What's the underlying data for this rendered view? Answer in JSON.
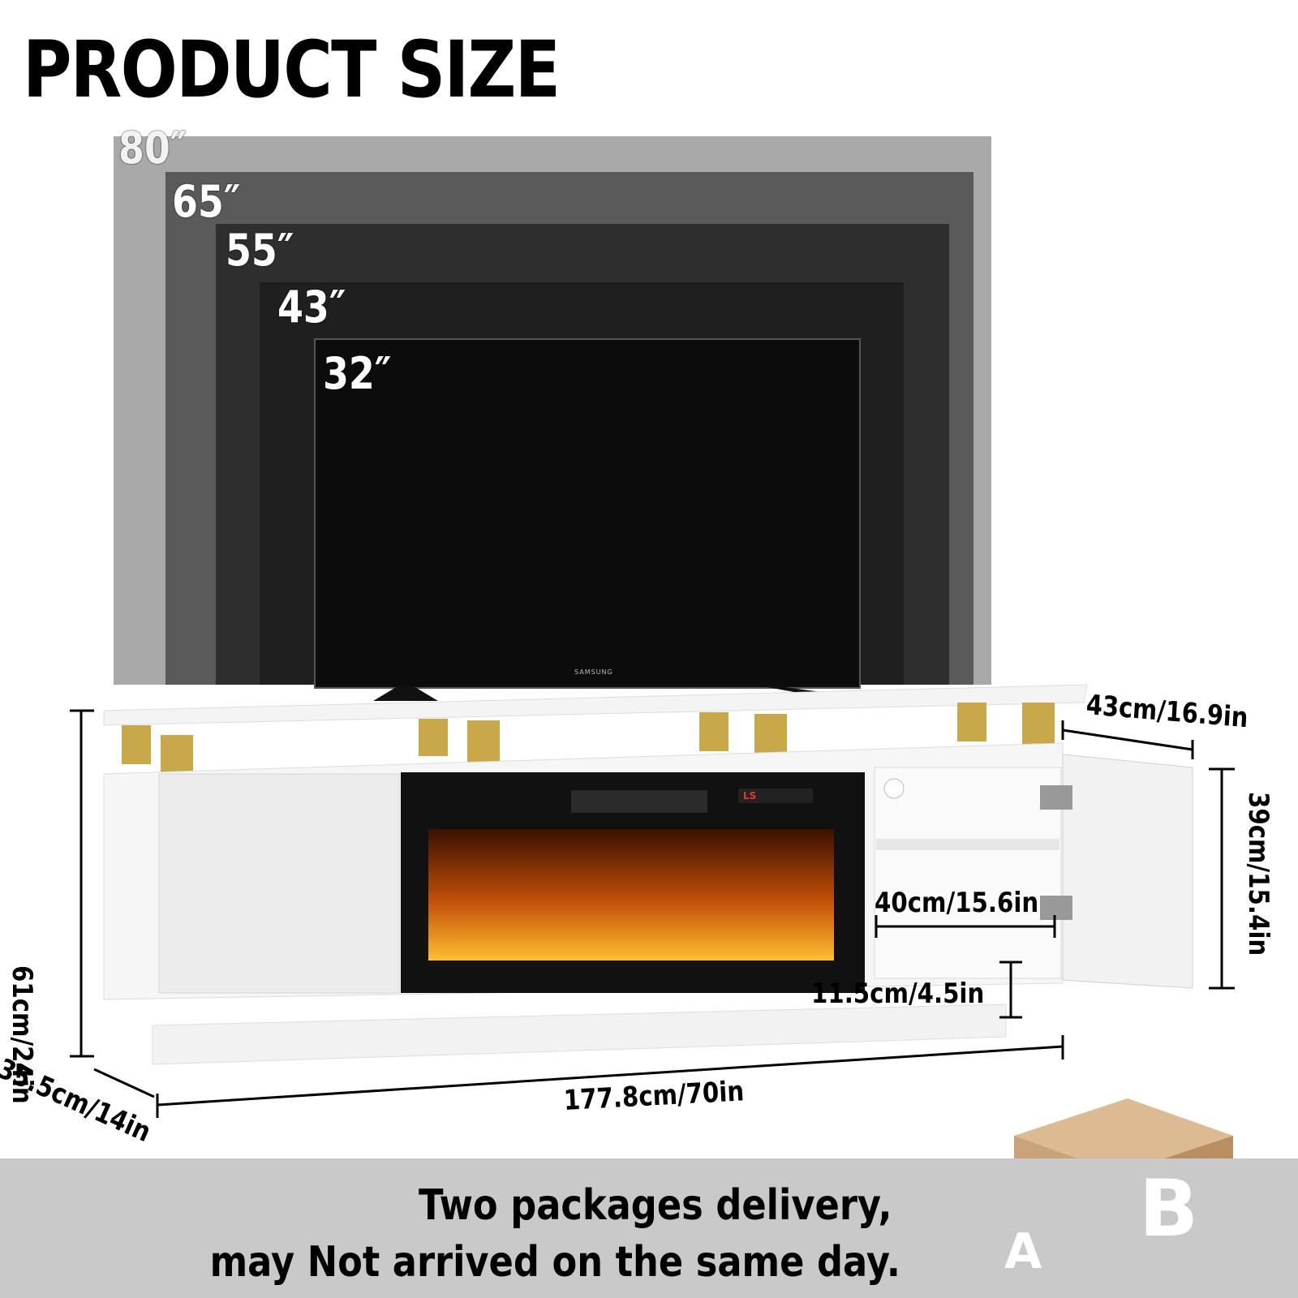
{
  "title": "PRODUCT SIZE",
  "tv_sizes": [
    "80″",
    "65″",
    "55″",
    "43″",
    "32″"
  ],
  "tv_brand": "SAMSUNG",
  "fireplace_display": "LS",
  "dimensions": {
    "top_depth": "43cm/16.9in",
    "height": "61cm/24in",
    "cabinet_height": "39cm/15.4in",
    "shelf_width": "40cm/15.6in",
    "base_height": "11.5cm/4.5in",
    "total_depth": "35.5cm/14in",
    "total_width": "177.8cm/70in"
  },
  "notice": {
    "line1": "Two packages delivery,",
    "line2": "may Not arrived on the same day."
  },
  "packages": [
    "A",
    "B"
  ],
  "colors": {
    "gold": "#c9a84a",
    "warning": "#f07a1a",
    "box": "#c9a37a",
    "footer": "#c9c9c9"
  }
}
